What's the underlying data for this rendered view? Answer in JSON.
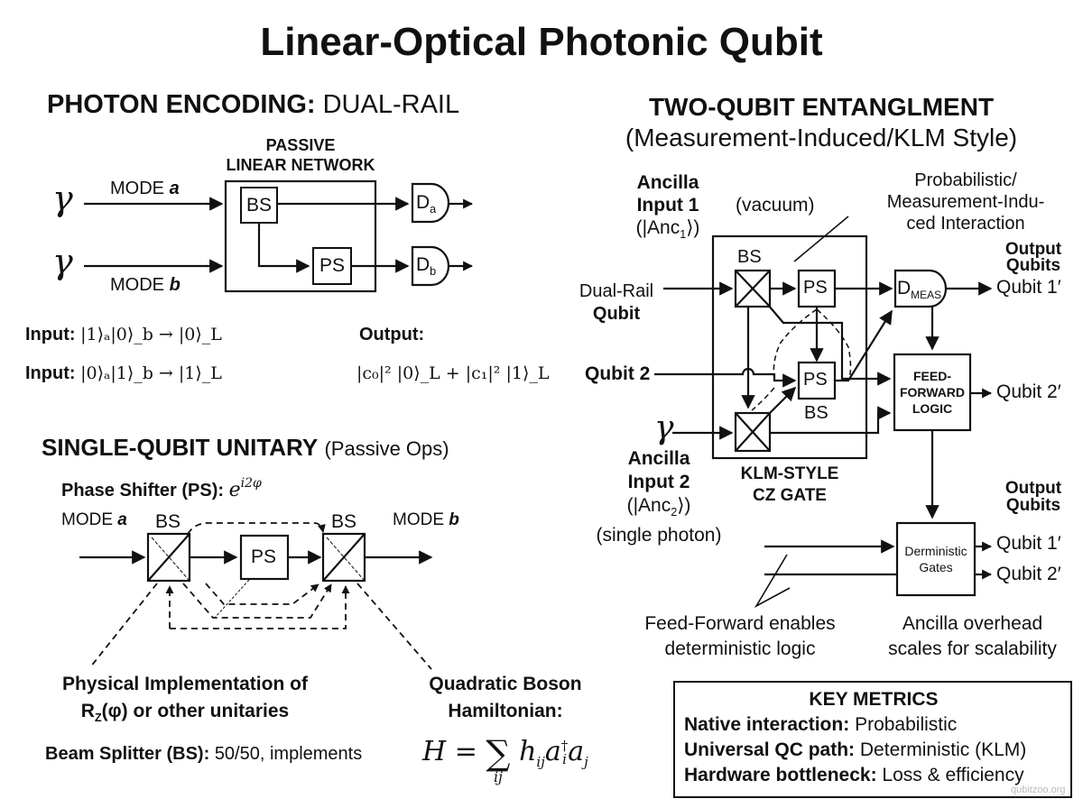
{
  "title": "Linear-Optical Photonic Qubit",
  "encoding": {
    "heading_bold": "PHOTON ENCODING:",
    "heading_rest": "DUAL-RAIL",
    "network_label_line1": "PASSIVE",
    "network_label_line2": "LINEAR NETWORK",
    "photon_symbol": "γ",
    "mode_a_label": "MODE",
    "mode_a_var": "a",
    "mode_b_label": "MODE",
    "mode_b_var": "b",
    "bs_label": "BS",
    "ps_label": "PS",
    "detector_a": "D",
    "detector_a_sub": "a",
    "detector_b": "D",
    "detector_b_sub": "b",
    "input1_label": "Input:",
    "input1_math": "|1⟩ₐ|0⟩_b → |0⟩_L",
    "input2_label": "Input:",
    "input2_math": "|0⟩ₐ|1⟩_b → |1⟩_L",
    "output_label": "Output:",
    "output_math": "|c₀|² |0⟩_L + |c₁|² |1⟩_L"
  },
  "unitary": {
    "heading_bold": "SINGLE-QUBIT UNITARY",
    "heading_rest": "(Passive Ops)",
    "phase_shifter_label": "Phase Shifter (PS):",
    "phase_shifter_math": "e",
    "phase_shifter_exp": "i2φ",
    "mode_a_label": "MODE",
    "mode_a_var": "a",
    "mode_b_label": "MODE",
    "mode_b_var": "b",
    "bs1_label": "BS",
    "bs2_label": "BS",
    "ps_label": "PS",
    "physical_line1": "Physical Implementation of",
    "physical_line2_pre": "R",
    "physical_line2_sub": "Z",
    "physical_line2_phi": "(φ)",
    "physical_line2_post": " or other unitaries",
    "boson_line1": "Quadratic Boson",
    "boson_line2": "Hamiltonian:",
    "beam_splitter_label": "Beam Splitter (BS):",
    "beam_splitter_desc": "50/50, implements",
    "hamiltonian_H": "H",
    "hamiltonian_eq": "=",
    "hamiltonian_sum": "∑",
    "hamiltonian_sum_idx": "ij",
    "hamiltonian_h": "h",
    "hamiltonian_h_sub": "ij",
    "hamiltonian_a": "a",
    "hamiltonian_a_sup": "†",
    "hamiltonian_a_sub": "i",
    "hamiltonian_a2": "a",
    "hamiltonian_a2_sub": "j"
  },
  "entanglement": {
    "heading": "TWO-QUBIT ENTANGLMENT",
    "subheading": "(Measurement-Induced/KLM Style)",
    "ancilla1_line1": "Ancilla",
    "ancilla1_line2": "Input 1",
    "ancilla1_state": "(|Anc",
    "ancilla1_sub": "1",
    "ancilla1_close": "⟩)",
    "vacuum": "(vacuum)",
    "prob_line1": "Probabilistic/",
    "prob_line2": "Measurement-Indu-",
    "prob_line3": "ced Interaction",
    "output_qubits_line1": "Output",
    "output_qubits_line2": "Qubits",
    "dual_rail_line1": "Dual-Rail",
    "dual_rail_line2": "Qubit",
    "qubit2": "Qubit 2",
    "photon_symbol": "γ",
    "ancilla2_line1": "Ancilla",
    "ancilla2_line2": "Input 2",
    "ancilla2_state": "(|Anc",
    "ancilla2_sub": "2",
    "ancilla2_close": "⟩)",
    "ancilla2_note": "(single photon)",
    "bs_top": "BS",
    "ps_top": "PS",
    "ps_mid": "PS",
    "bs_mid": "BS",
    "gate_line1": "KLM-STYLE",
    "gate_line2": "CZ GATE",
    "detector": "D",
    "detector_sub": "MEAS",
    "feed_forward_line1": "FEED-",
    "feed_forward_line2": "FORWARD",
    "feed_forward_line3": "LOGIC",
    "qubit1_out": "Qubit 1′",
    "qubit2_out": "Qubit 2′",
    "output_qubits2_line1": "Output",
    "output_qubits2_line2": "Qubits",
    "det_gates_line1": "Derministic",
    "det_gates_line2": "Gates",
    "qubit1_out2": "Qubit 1′",
    "qubit2_out2": "Qubit 2′",
    "ff_note_line1": "Feed-Forward enables",
    "ff_note_line2": "deterministic logic",
    "ancilla_note_line1": "Ancilla overhead",
    "ancilla_note_line2": "scales for scalability"
  },
  "metrics": {
    "heading": "KEY METRICS",
    "rows": [
      {
        "label": "Native interaction:",
        "value": "Probabilistic"
      },
      {
        "label": "Universal QC path:",
        "value": "Deterministic (KLM)"
      },
      {
        "label": "Hardware bottleneck:",
        "value": "Loss & efficiency"
      }
    ]
  },
  "watermark": "qubitzoo.org"
}
